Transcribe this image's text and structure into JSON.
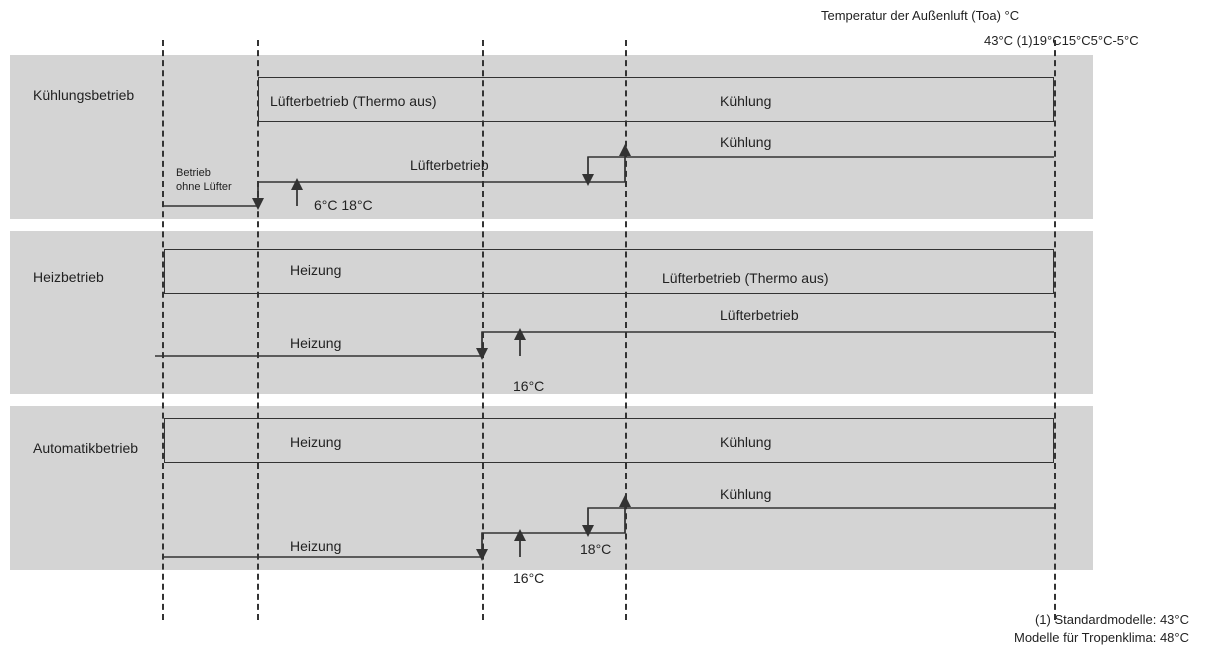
{
  "header": {
    "axis_title": "Temperatur der Außenluft (Toa) °C",
    "temps": "43°C (1)19°C15°C5°C-5°C"
  },
  "cooling": {
    "mode_label": "Kühlungsbetrieb",
    "bar_left": "Lüfterbetrieb (Thermo aus)",
    "bar_right": "Kühlung",
    "upper_line_label": "Kühlung",
    "fan_label": "Lüfterbetrieb",
    "nofan_label_1": "Betrieb",
    "nofan_label_2": "ohne Lüfter",
    "hyst_label": "6°C 18°C"
  },
  "heating": {
    "mode_label": "Heizbetrieb",
    "bar_left": "Heizung",
    "bar_right": "Lüfterbetrieb (Thermo aus)",
    "upper_line_label": "Lüfterbetrieb",
    "lower_line_label": "Heizung",
    "hyst_label": "16°C"
  },
  "auto": {
    "mode_label": "Automatikbetrieb",
    "bar_left": "Heizung",
    "bar_right": "Kühlung",
    "upper_line_label": "Kühlung",
    "lower_line_label": "Heizung",
    "hyst_label_1": "18°C",
    "hyst_label_2": "16°C"
  },
  "footnote": {
    "line1": "(1) Standardmodelle: 43°C",
    "line2": "Modelle für Tropenklima: 48°C"
  }
}
